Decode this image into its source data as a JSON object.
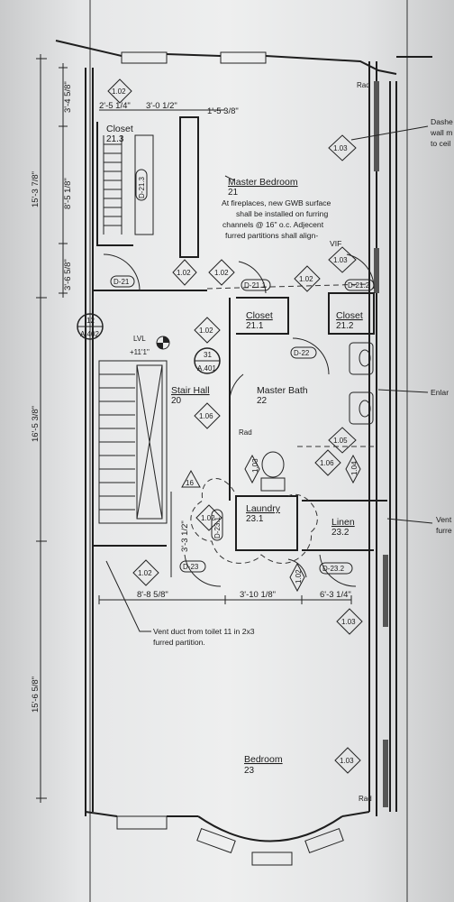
{
  "rooms": {
    "closet_21_3": {
      "name": "Closet",
      "num": "21.3"
    },
    "master_bedroom": {
      "name": "Master Bedroom",
      "num": "21"
    },
    "closet_21_1": {
      "name": "Closet",
      "num": "21.1"
    },
    "closet_21_2": {
      "name": "Closet",
      "num": "21.2"
    },
    "stair_hall": {
      "name": "Stair Hall",
      "num": "20"
    },
    "master_bath": {
      "name": "Master Bath",
      "num": "22"
    },
    "laundry": {
      "name": "Laundry",
      "num": "23.1"
    },
    "linen": {
      "name": "Linen",
      "num": "23.2"
    },
    "bedroom": {
      "name": "Bedroom",
      "num": "23"
    }
  },
  "notes": {
    "fireplace": [
      "At fireplaces, new GWB surface",
      "shall be installed on furring",
      "channels @ 16\" o.c. Adjecent",
      "furred partitions shall align-",
      "VIF"
    ],
    "vent_duct": [
      "Vent duct from toilet 11 in 2x3",
      "furred partition."
    ],
    "right_dashed": [
      "Dashe",
      "wall m",
      "to ceil"
    ],
    "right_enlarged": "Enlar",
    "right_vent": [
      "Vent",
      "furre"
    ]
  },
  "tags": {
    "t102_top": "1.02",
    "t103_bed": "1.03",
    "t102_mid": "1.02",
    "t102_door": "1.02",
    "t103_right": "1.03",
    "t102_c212": "1.02",
    "t102_stair": "1.02",
    "t106_stair": "1.06",
    "t105": "1.05",
    "t103_bath": "1.03",
    "t106_bath": "1.06",
    "t104": "1.04",
    "t102_low": "1.02",
    "t102_laundry": "1.02",
    "t102_hall": "1.02",
    "t103_low": "1.03",
    "t103_bedroom": "1.03",
    "t16": "16"
  },
  "doors": {
    "d21": "D-21",
    "d21_3": "D-21.3",
    "d21_1": "D-21.1",
    "d21_2": "D-21.2",
    "d22": "D-22",
    "d23": "D-23",
    "d23_1": "D-23.1",
    "d23_2": "D-23.2"
  },
  "sections": {
    "s12_num": "12",
    "s12_ref": "A.402",
    "s31_num": "31",
    "s31_ref": "A.401"
  },
  "level": {
    "label": "LVL",
    "value": "+11'1\""
  },
  "rad": [
    "Rad",
    "Rad",
    "Rad"
  ],
  "dims": {
    "top": [
      "2'-5 1/4\"",
      "3'-0 1/2\"",
      "1'-5 3/8\""
    ],
    "left_inner": [
      "3'-4 5/8\"",
      "8'-5 1/8\"",
      "3'-6 5/8\""
    ],
    "left_outer": [
      "15'-3 7/8\"",
      "16'-5 3/8\"",
      "15'-6 5/8\""
    ],
    "lower": [
      "8'-8 5/8\"",
      "3'-10 1/8\"",
      "6'-3 1/4\""
    ],
    "stair": "3'-3 1/2\""
  }
}
